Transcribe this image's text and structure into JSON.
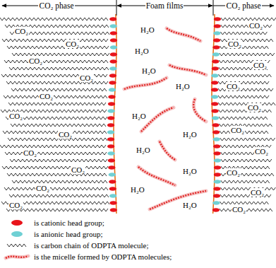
{
  "diagram": {
    "labels": [
      "CO₂ phase",
      "Foam films",
      "CO₂ phase",
      "CO₂",
      "CO₂",
      "CO₂",
      "CO₂",
      "CO₂",
      "CO₂",
      "CO₂",
      "CO₂",
      "CO₂",
      "CO₂",
      "CO₂",
      "H₂O",
      "H₂O",
      "H₂O",
      "H₂O",
      "H₂O",
      "H₂O",
      "H₂O",
      "H₂O",
      "H₂O",
      "H₂O",
      "CO₂",
      "CO₂",
      "CO₂",
      "CO₂",
      "CO₂",
      "CO₂",
      "CO₂",
      "CO₂",
      "CO₂",
      "CO₂"
    ],
    "legend": [
      {
        "text": "is cationic head group;",
        "color": "#e8141b"
      },
      {
        "text": "is anionic head group;",
        "color": "#6fd0d4"
      },
      {
        "text": "is carbon chain of ODPTA molecule;"
      },
      {
        "text": "is the micelle formed by ODPTA molecules;"
      }
    ]
  }
}
